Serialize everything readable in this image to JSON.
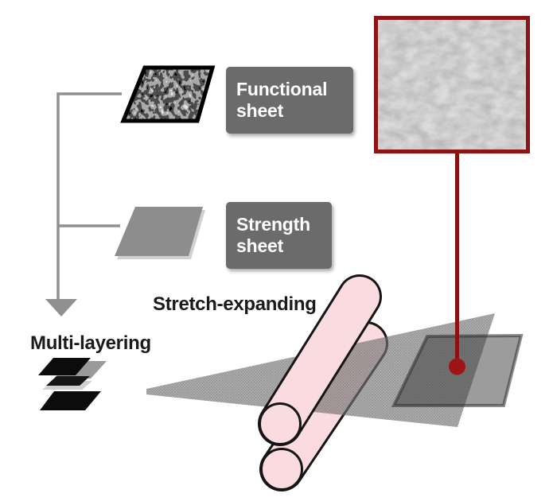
{
  "diagram": {
    "nodes": {
      "functional_sheet_label": "Functional sheet",
      "strength_sheet_label": "Strength sheet",
      "multi_layering_label": "Multi-layering",
      "stretch_expanding_label": "Stretch-expanding"
    },
    "graphics": {
      "functional_sheet_swatch": "speckled-nonwoven-parallelogram",
      "strength_sheet_swatch": "gray-parallelogram",
      "multi_layer_stack": "stacked-sheet-layers",
      "stretched_sheet": "translucent-gray-web",
      "rollers": "two-pink-stretch-rollers",
      "sample_region": "dark-translucent-square-on-web",
      "micrograph": "fiber-texture-closeup-in-maroon-frame"
    },
    "colors": {
      "label_box_bg": "#6b6b6b",
      "label_text": "#ffffff",
      "text_black": "#1a1a1a",
      "connector_gray": "#909090",
      "maroon_accent": "#8c1417",
      "callout_red": "#8c1113",
      "callout_dot_red": "#9e1515",
      "roller_pink": "#fadbdf",
      "roller_outline": "#151515",
      "sheet_gray": "#8d8d8d"
    }
  }
}
